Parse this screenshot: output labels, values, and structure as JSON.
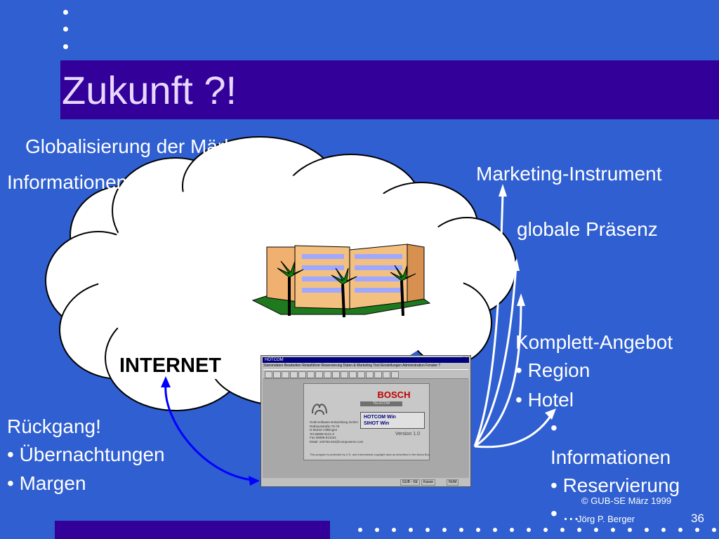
{
  "slide": {
    "title": "Zukunft ?!",
    "headline": "Globalisierung der Märkte!",
    "info_left": "Informationen!",
    "internet_label": "INTERNET",
    "decline": [
      "Rückgang!",
      "• Übernachtungen",
      "• Margen"
    ],
    "right_top": [
      "Marketing-Instrument",
      "globale Präsenz"
    ],
    "offer": [
      "Komplett-Angebot",
      "• Region",
      "• Hotel",
      "•",
      "Informationen",
      "• Reservierung",
      "• ..."
    ],
    "footer_copyright": "© GUB-SE März 1999",
    "footer_author": "Jörg P. Berger",
    "page_number": "36"
  },
  "app_window": {
    "title": "HOTCOM",
    "menu": "Stammdaten  Bearbeiten  Reiseführer  Reservierung  Daten & Marketing  Tool  Einstellungen  Administration  Fenster  ?",
    "brand": "BOSCH",
    "brand_sub": "TELECOM",
    "products": [
      "HOTCOM Win",
      "SIHOT Win"
    ],
    "version": "Version 1.0",
    "address": "GUB-Software-Entwicklung GmbH\nRathausstraße 75-79\nD-66333 Völklingen\nTel 06898-9121-0\nFax 06898-913344\nEMail: 100755.634@compuserve.com",
    "copyright_note": "This program is protected by U.S. and international copyright laws as described in the About Box.",
    "status": [
      "GUB - SE",
      "Kasse",
      "NUM"
    ]
  },
  "colors": {
    "background": "#2f5fd0",
    "title_bar": "#330099",
    "arrow_white": "#ffffff",
    "arrow_blue": "#0000ff"
  }
}
